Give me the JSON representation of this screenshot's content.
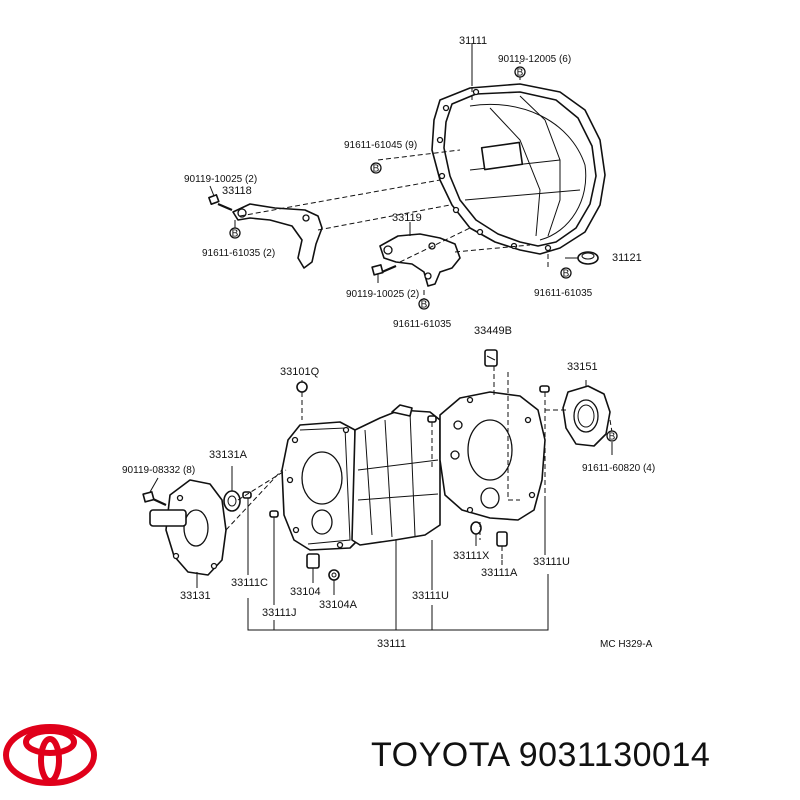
{
  "labels": {
    "l31111_top": "31111",
    "l90119_12005": "90119-12005 (6)",
    "l91611_61045": "91611-61045 (9)",
    "l90119_10025a": "90119-10025 (2)",
    "l33118": "33118",
    "l91611_61035a": "91611-61035 (2)",
    "l33119": "33119",
    "l31121": "31121",
    "l90119_10025b": "90119-10025 (2)",
    "l91611_61035b": "91611-61035",
    "l91611_61035c": "91611-61035",
    "l33449b": "33449B",
    "l33101q": "33101Q",
    "l33151": "33151",
    "l91611_60820": "91611-60820 (4)",
    "l33131a": "33131A",
    "l90119_08332": "90119-08332 (8)",
    "l33111x": "33111X",
    "l33111a": "33111A",
    "l33111u_r": "33111U",
    "l33111c": "33111C",
    "l33104": "33104",
    "l33104a": "33104A",
    "l33111u_m": "33111U",
    "l33131": "33131",
    "l33111j": "33111J",
    "l33111_bot": "33111",
    "ref": "MC H329-A",
    "b": "B"
  },
  "brand": {
    "text": "TOYOTA 9031130014",
    "logo_color": "#e0001a"
  }
}
